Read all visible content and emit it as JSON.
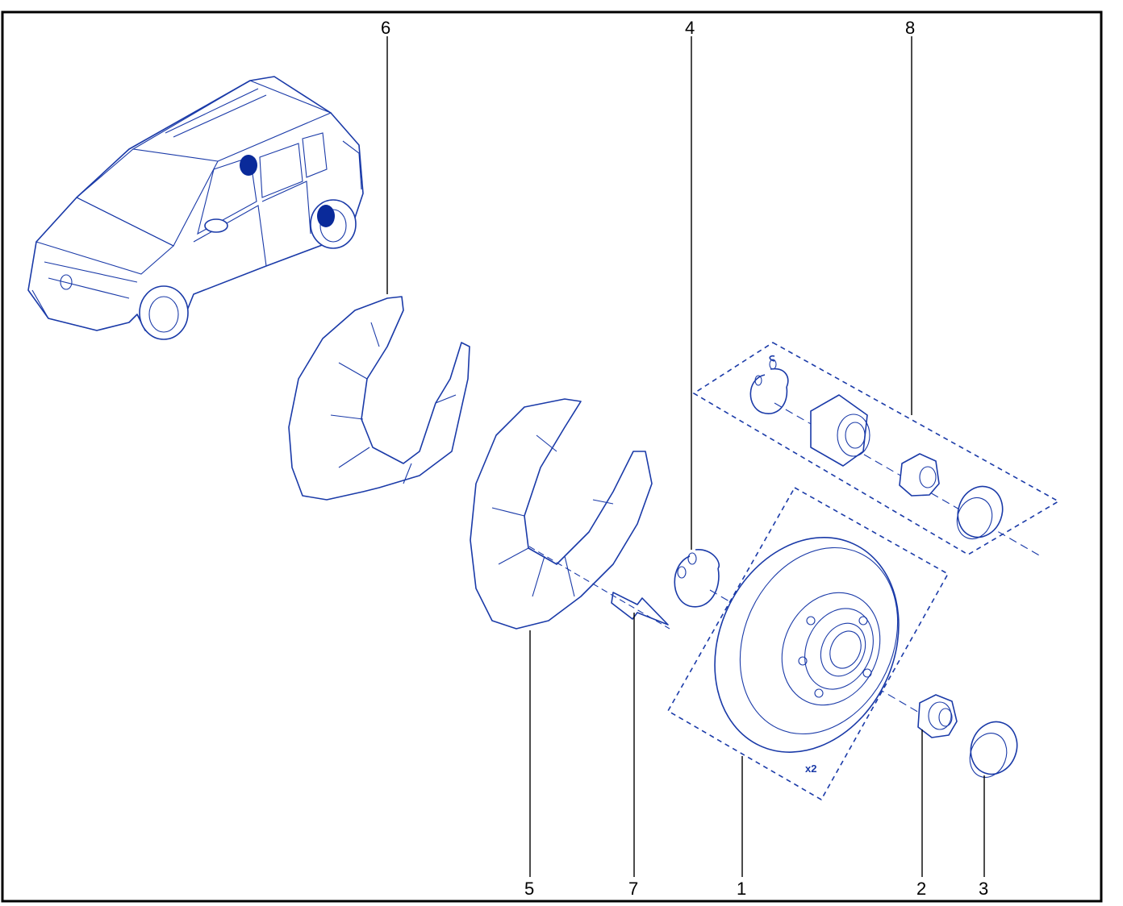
{
  "diagram": {
    "title": "",
    "colors": {
      "line": "#1a3aa8",
      "highlight": "#0a2a9a",
      "frame": "#000000",
      "callout": "#000000"
    },
    "callouts": [
      {
        "id": "1",
        "label": "1"
      },
      {
        "id": "2",
        "label": "2"
      },
      {
        "id": "3",
        "label": "3"
      },
      {
        "id": "4",
        "label": "4"
      },
      {
        "id": "5",
        "label": "5"
      },
      {
        "id": "6",
        "label": "6"
      },
      {
        "id": "7",
        "label": "7"
      },
      {
        "id": "8",
        "label": "8"
      }
    ],
    "quantity_note": "x2",
    "parts": [
      {
        "callout": "1",
        "name": "brake-disc-with-hub"
      },
      {
        "callout": "2",
        "name": "hub-nut"
      },
      {
        "callout": "3",
        "name": "hub-cap"
      },
      {
        "callout": "4",
        "name": "circlip"
      },
      {
        "callout": "5",
        "name": "rear-dust-shield"
      },
      {
        "callout": "6",
        "name": "front-dust-shield"
      },
      {
        "callout": "7",
        "name": "rivet"
      },
      {
        "callout": "8",
        "name": "bearing-kit"
      }
    ],
    "vehicle_icon": "car-outline-icon"
  }
}
